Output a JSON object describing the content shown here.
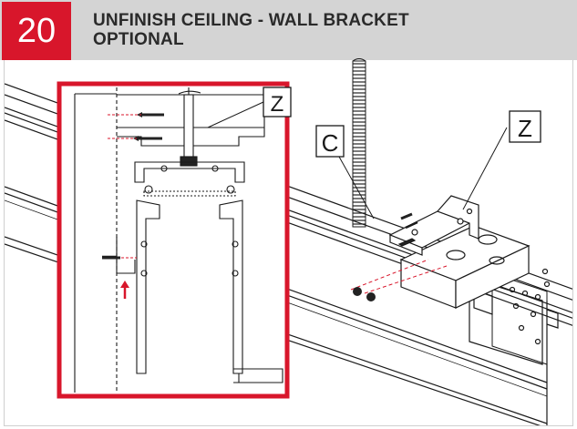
{
  "header": {
    "step_number": "20",
    "title_line1": "UNFINISH CEILING - WALL BRACKET",
    "title_line2": "OPTIONAL"
  },
  "diagram": {
    "callouts": {
      "detail_bracket": "Z",
      "conduit": "C",
      "main_bracket": "Z"
    },
    "colors": {
      "accent_red": "#d8162b",
      "header_gray": "#d4d4d4",
      "line": "#1a1a1a"
    }
  }
}
